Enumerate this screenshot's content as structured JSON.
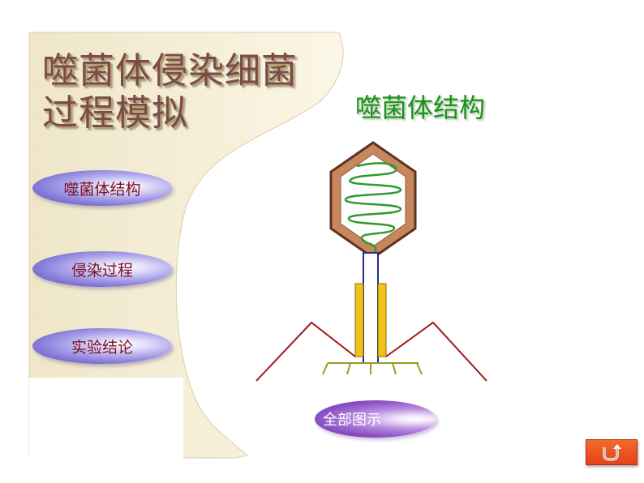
{
  "title": "噬菌体侵染细菌过程模拟",
  "subtitle": "噬菌体结构",
  "menu": {
    "structure_label": "噬菌体结构",
    "infection_label": "侵染过程",
    "conclusion_label": "实验结论"
  },
  "all_diagram_label": "全部图示",
  "back_button": {
    "icon": "return-arrow-icon"
  },
  "colors": {
    "panel": "#f7f0d9",
    "title": "#7a4b4a",
    "subtitle": "#1f8f1f",
    "capsid_fill": "#c8865c",
    "capsid_stroke": "#5a3420",
    "dna": "#2f9a2f",
    "sheath": "#f2c21a",
    "tail_core": "#2c2a8c",
    "tail_fibers": "#a01818",
    "base_plate": "#9a9a20",
    "button_text": "#7b1020",
    "back_button": "#ec5520"
  }
}
